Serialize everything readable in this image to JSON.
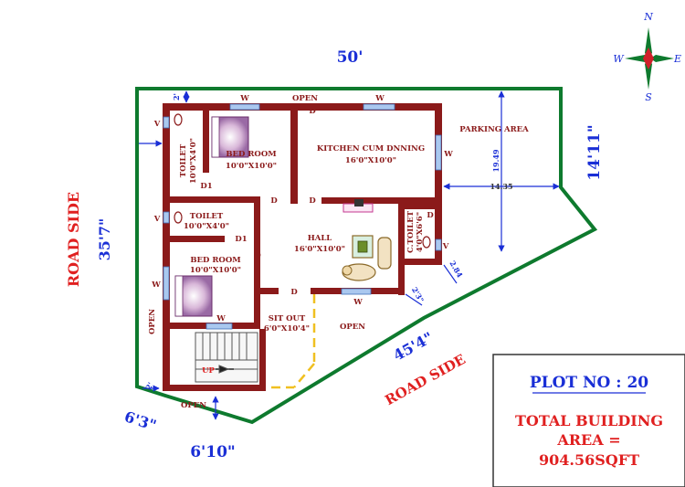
{
  "dims": {
    "top": "50'",
    "left": "35'7\"",
    "right": "14'11\"",
    "diagonal": "45'4\"",
    "bottom": "6'10\"",
    "corner": "6'3\"",
    "inner_19": "19.49",
    "inner_14": "14.35",
    "d_284": "2.84",
    "d_23": "2'3\"",
    "gap_top": "2'",
    "gap_left": "2'"
  },
  "labels": {
    "road_left": "ROAD SIDE",
    "road_bottom": "ROAD SIDE",
    "parking": "PARKING AREA",
    "open_top": "OPEN",
    "open_left": "OPEN",
    "open_bottom": "OPEN",
    "open_mid": "OPEN"
  },
  "rooms": {
    "toilet1": {
      "name": "TOILET",
      "size": "10'0\"X4'0\""
    },
    "bed1": {
      "name": "BED ROOM",
      "size": "10'0\"X10'0\""
    },
    "kitchen": {
      "name": "KITCHEN CUM DNNING",
      "size": "16'0\"X10'0\""
    },
    "toilet2": {
      "name": "TOILET",
      "size": "10'0\"X4'0\""
    },
    "hall": {
      "name": "HALL",
      "size": "16'0\"X10'0\""
    },
    "bed2": {
      "name": "BED ROOM",
      "size": "10'0\"X10'0\""
    },
    "ctoilet": {
      "name": "C.TOILET",
      "size": "4'0\"X6'6\""
    },
    "sitout": {
      "name": "SIT OUT",
      "size": "6'0\"X10'4\""
    }
  },
  "marks": {
    "w": "W",
    "v": "V",
    "d": "D",
    "d1": "D1",
    "up": "UP"
  },
  "compass": {
    "n": "N",
    "s": "S",
    "e": "E",
    "w": "W"
  },
  "plot_info": {
    "plot_no": "PLOT NO : 20",
    "area_line1": "TOTAL BUILDING",
    "area_line2": "AREA =",
    "area_line3": "904.56SQFT"
  },
  "colors": {
    "wall": "#8b1a1a",
    "plot_border": "#0e7a2e",
    "dim_blue": "#1a2fd6",
    "road_red": "#e02020",
    "window": "#5b8fd6",
    "door_yellow": "#f0c020"
  }
}
